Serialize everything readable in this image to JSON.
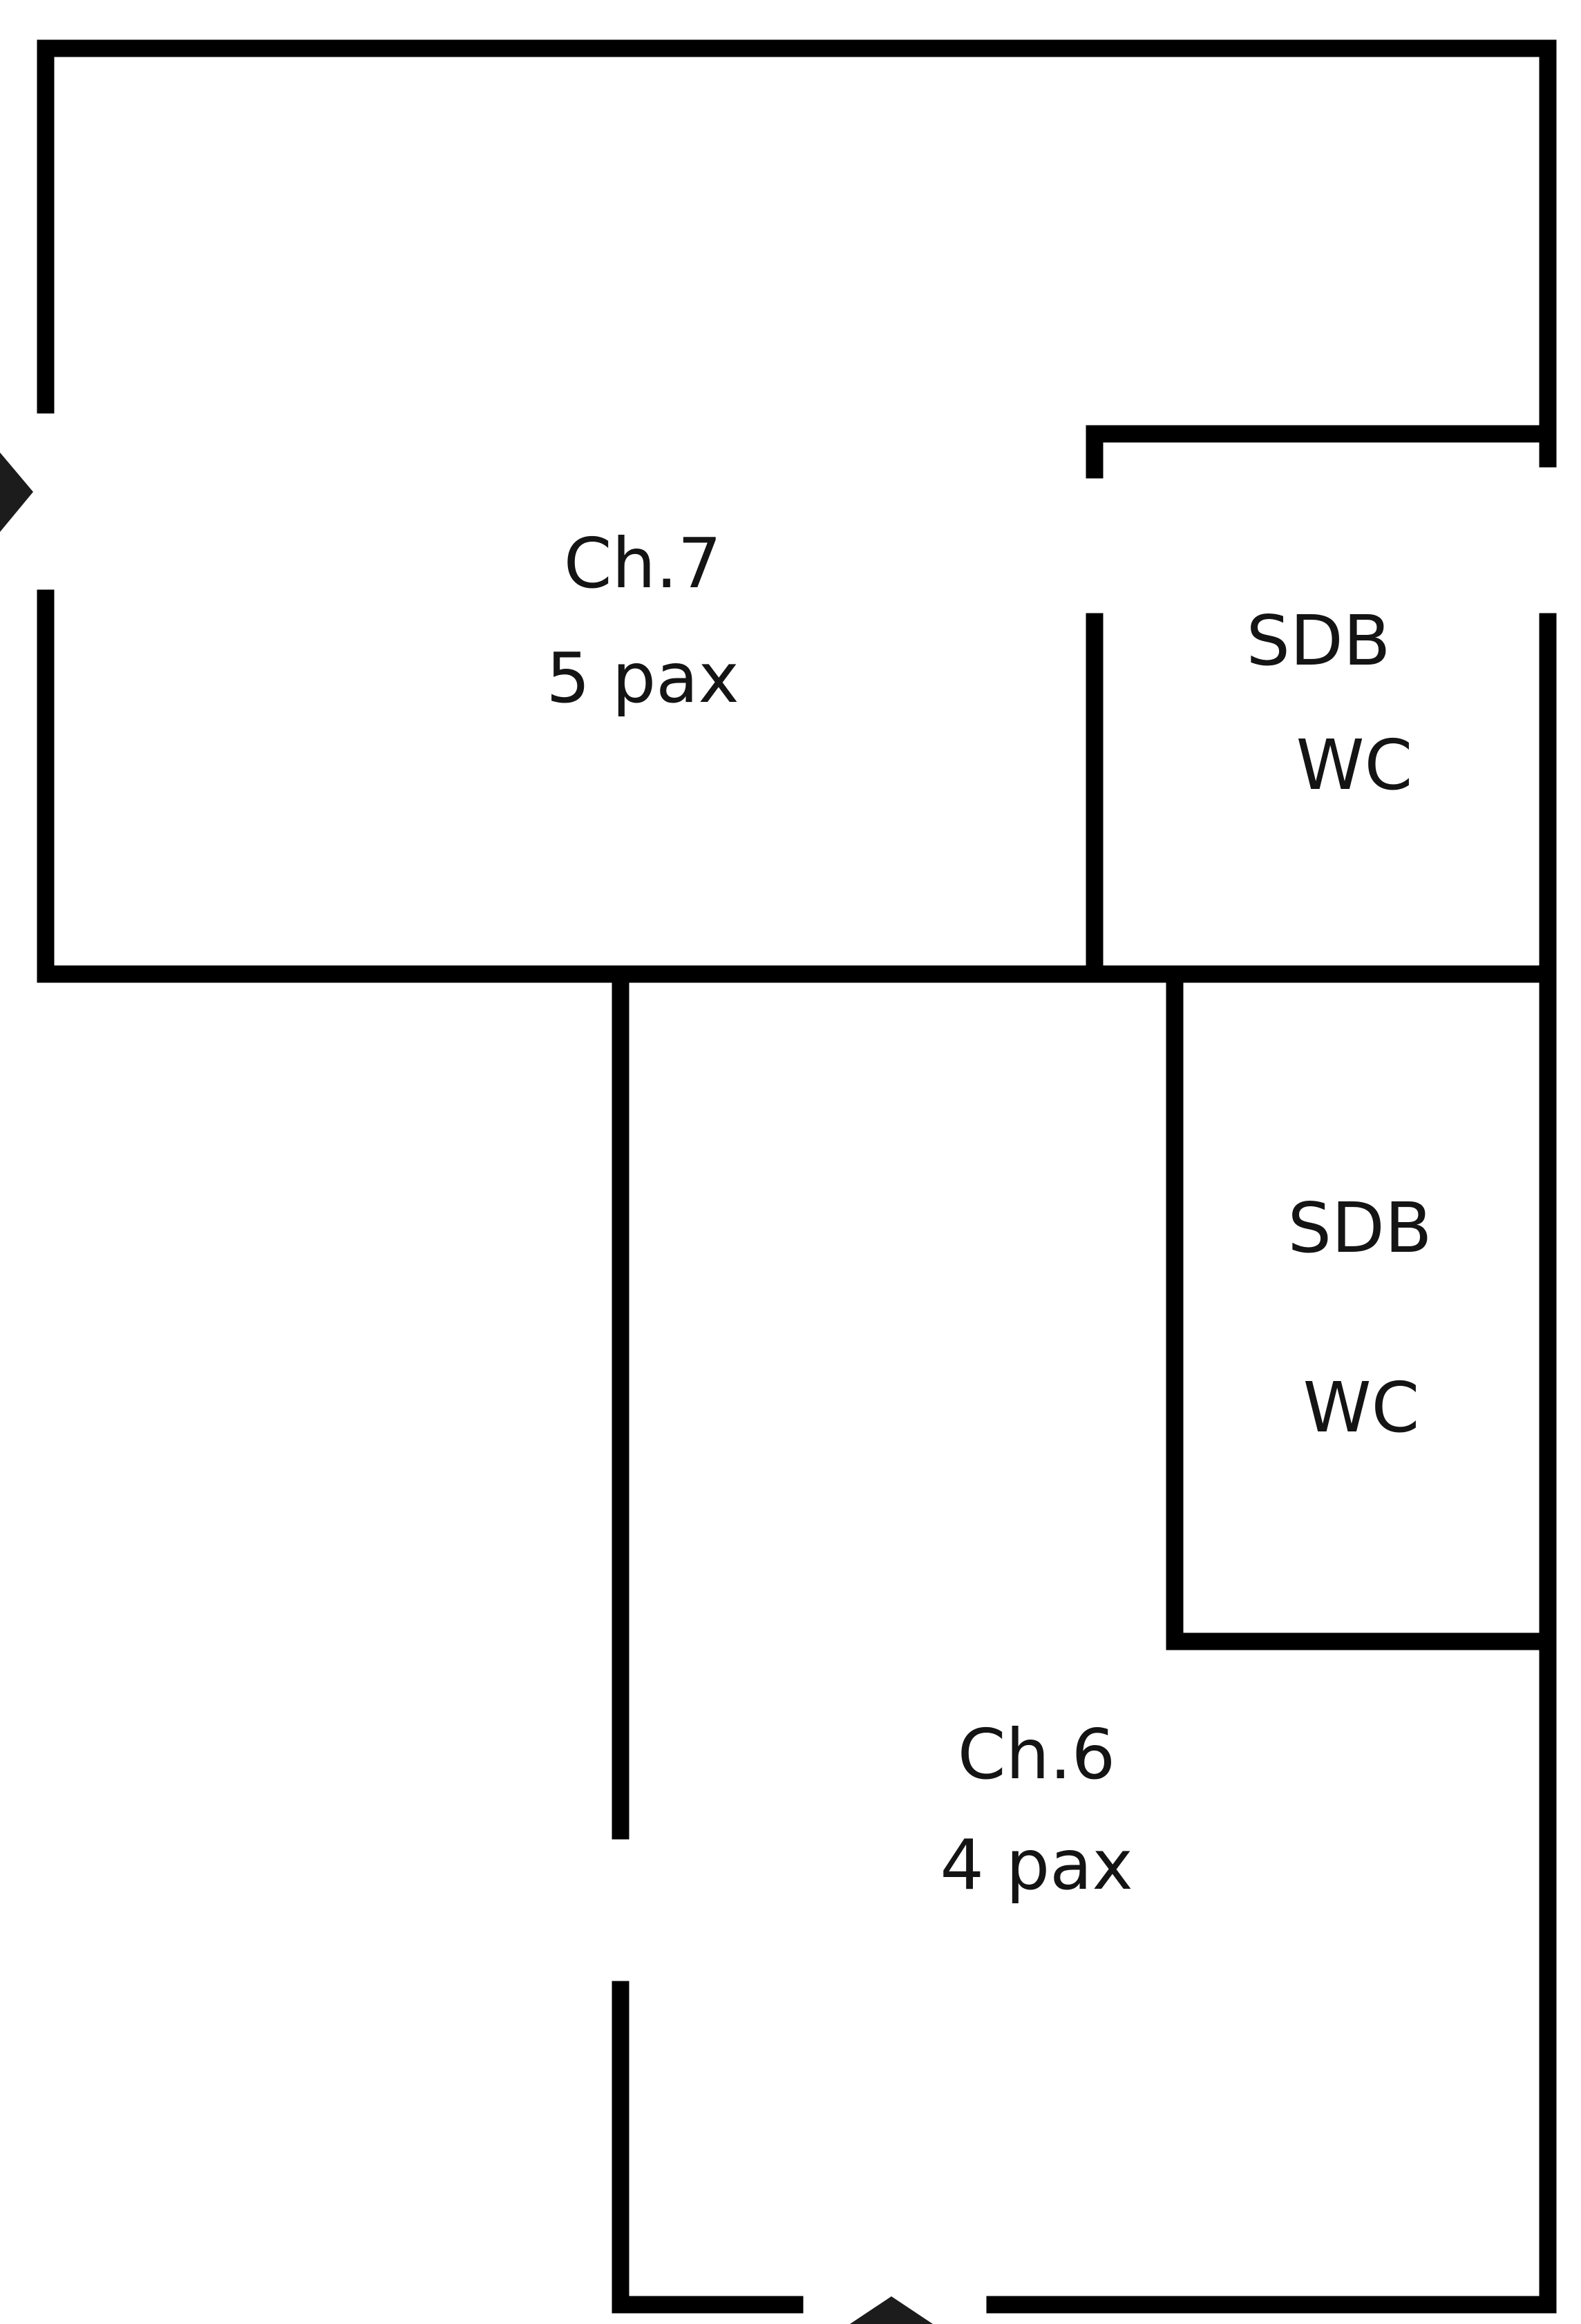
{
  "rooms": {
    "ch7": {
      "name": "Ch.7",
      "capacity": "5 pax"
    },
    "bath_upper": {
      "line1": "SDB",
      "line2": "WC"
    },
    "bath_lower": {
      "line1": "SDB",
      "line2": "WC"
    },
    "ch6": {
      "name": "Ch.6",
      "capacity": "4 pax"
    }
  },
  "colors": {
    "wall": "#000000",
    "entrance_marker": "#1c1c1c",
    "background": "#ffffff"
  }
}
